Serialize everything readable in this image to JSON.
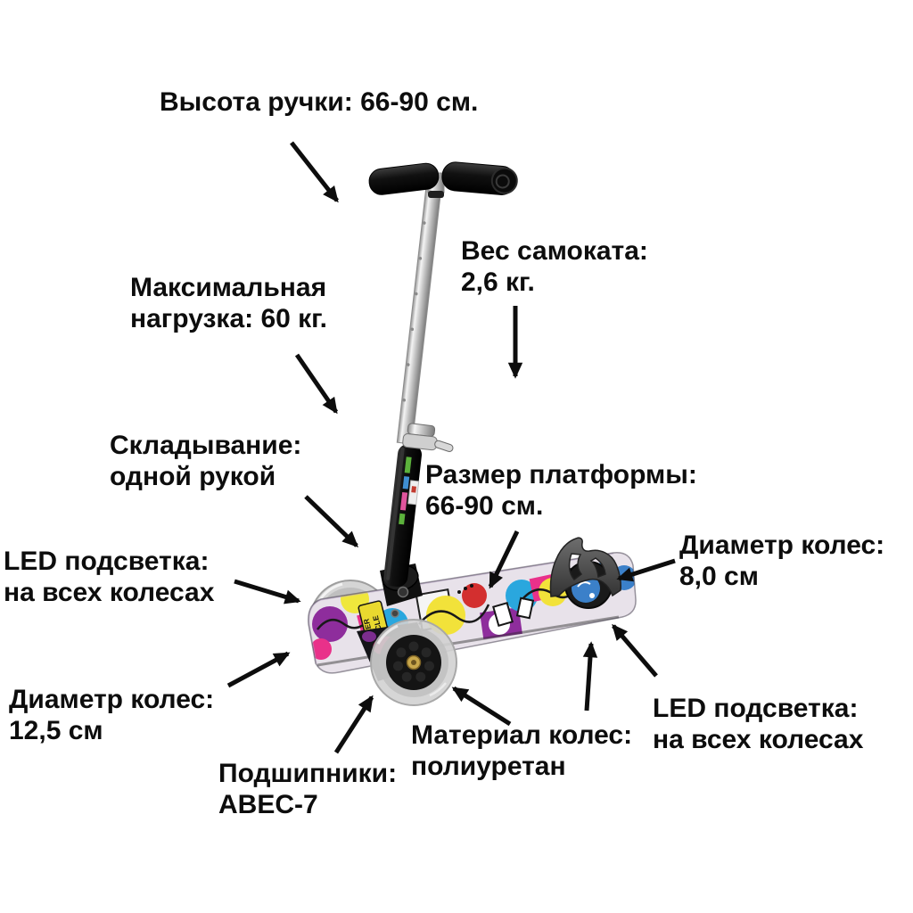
{
  "background_color": "#ffffff",
  "text_color": "#0d0d0d",
  "arrow_color": "#0d0d0d",
  "labels": {
    "handle_height": {
      "lines": [
        "Высота ручки: 66-90 см."
      ]
    },
    "max_load": {
      "lines": [
        "Максимальная",
        "нагрузка: 60 кг."
      ]
    },
    "scooter_weight": {
      "lines": [
        "Вес самоката:",
        "2,6 кг."
      ]
    },
    "folding": {
      "lines": [
        "Складывание:",
        "одной рукой"
      ]
    },
    "led_front": {
      "lines": [
        "LED подсветка:",
        "на всех колесах"
      ]
    },
    "platform_size": {
      "lines": [
        "Размер платформы:",
        "66-90 см."
      ]
    },
    "wheel_diameter_rear": {
      "lines": [
        "Диаметр колес:",
        "8,0 см"
      ]
    },
    "wheel_diameter_front": {
      "lines": [
        "Диаметр колес:",
        "12,5 см"
      ]
    },
    "bearings": {
      "lines": [
        "Подшипники:",
        "ABEC-7"
      ]
    },
    "wheel_material": {
      "lines": [
        "Материал колес:",
        "полиуретан"
      ]
    },
    "led_rear": {
      "lines": [
        "LED подсветка:",
        "на всех колесах"
      ]
    }
  },
  "product": {
    "type": "three-wheel kick scooter",
    "deck_print": "graffiti sticker-bomb",
    "deck_decal_lines": [
      "CAREER",
      "VEHICLE"
    ],
    "colors": {
      "grips": "#121212",
      "stem_upper": "#c9c9c9",
      "stem_lower": "#161616",
      "fender": "#4a4a4a",
      "wheel_tire": "#cfcfcf",
      "wheel_hub": "#161616",
      "bearing_cap": "#c9a84c",
      "rear_hub": "#3b80c9",
      "deck_palette": [
        "#8e2d9c",
        "#e9318a",
        "#f2e23a",
        "#2aa7de",
        "#ffffff",
        "#d32f2f",
        "#1b1b1b"
      ]
    }
  }
}
